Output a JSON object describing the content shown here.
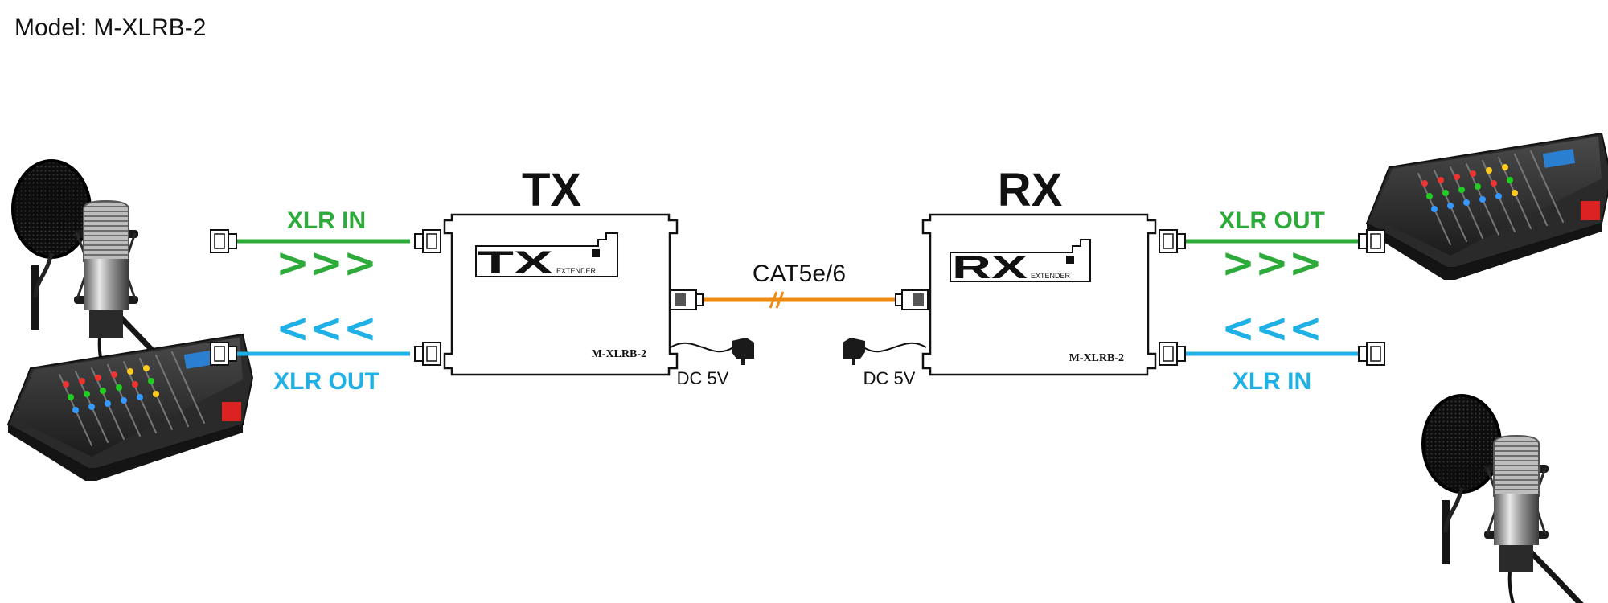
{
  "model": {
    "label": "Model:",
    "value": "M-XLRB-2"
  },
  "tx": {
    "title": "TX",
    "badge": "TX",
    "badge_sub": "EXTENDER",
    "model_label": "M-XLRB-2"
  },
  "rx": {
    "title": "RX",
    "badge": "RX",
    "badge_sub": "EXTENDER",
    "model_label": "M-XLRB-2"
  },
  "cable": {
    "label": "CAT5e/6"
  },
  "power": {
    "tx_label": "DC 5V",
    "rx_label": "DC 5V"
  },
  "links": {
    "tx_top_label": "XLR IN",
    "tx_top_arrows": ">>>",
    "tx_bottom_label": "XLR OUT",
    "tx_bottom_arrows": "<<<",
    "rx_top_label": "XLR OUT",
    "rx_top_arrows": ">>>",
    "rx_bottom_label": "XLR IN",
    "rx_bottom_arrows": "<<<"
  },
  "colors": {
    "green": "#2eaa3a",
    "blue": "#1fb1e6",
    "orange": "#ef8a12",
    "ink": "#111111"
  },
  "icons": [
    "microphone-icon",
    "audio-mixer-icon",
    "xlr-connector-icon",
    "rj45-connector-icon",
    "power-adapter-icon"
  ]
}
